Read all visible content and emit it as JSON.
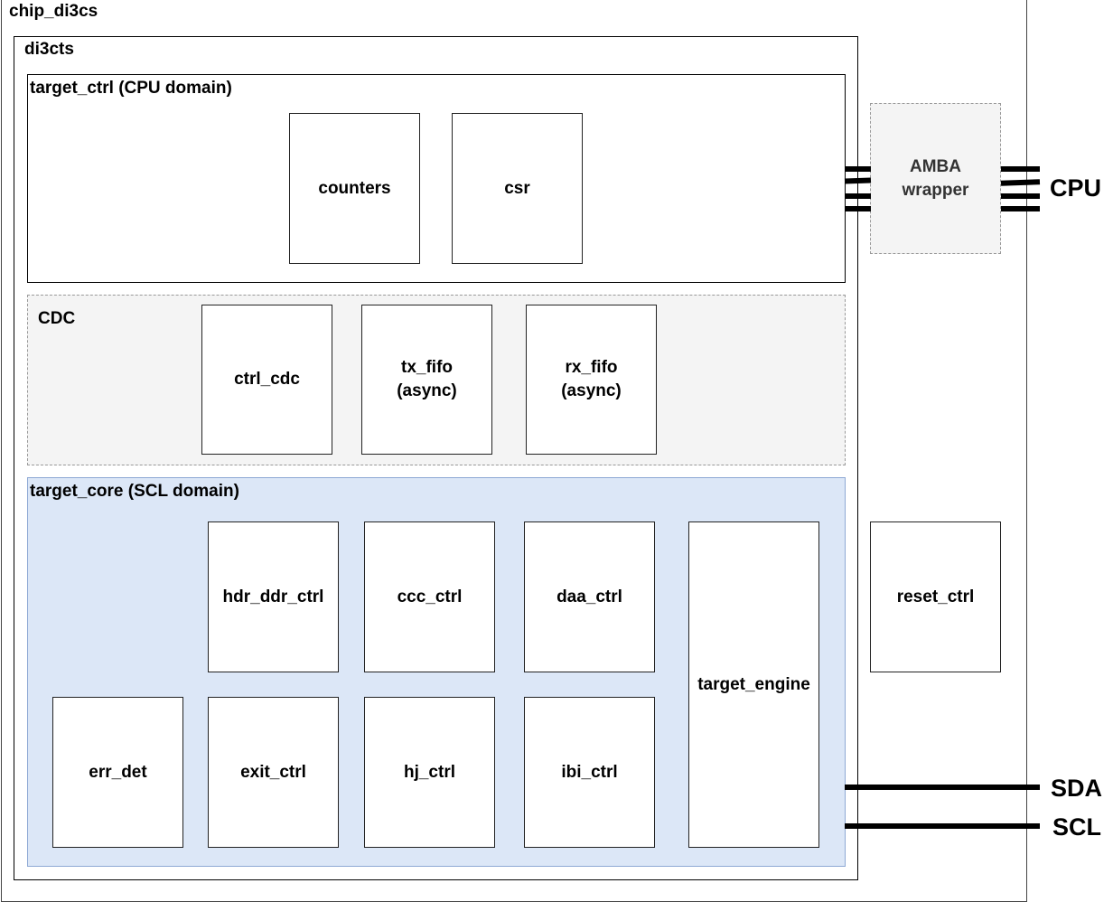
{
  "chip": {
    "title": "chip_di3cs"
  },
  "top": {
    "title": "di3cts"
  },
  "target_ctrl": {
    "title": "target_ctrl (CPU domain)",
    "blocks": [
      "counters",
      "csr"
    ]
  },
  "cdc": {
    "title": "CDC",
    "blocks": [
      {
        "line1": "ctrl_cdc",
        "line2": ""
      },
      {
        "line1": "tx_fifo",
        "line2": "(async)"
      },
      {
        "line1": "rx_fifo",
        "line2": "(async)"
      }
    ]
  },
  "target_core": {
    "title": "target_core (SCL domain)",
    "blocks": {
      "hdr_ddr_ctrl": "hdr_ddr_ctrl",
      "ccc_ctrl": "ccc_ctrl",
      "daa_ctrl": "daa_ctrl",
      "target_engine": "target_engine",
      "err_det": "err_det",
      "exit_ctrl": "exit_ctrl",
      "hj_ctrl": "hj_ctrl",
      "ibi_ctrl": "ibi_ctrl"
    }
  },
  "amba": {
    "line1": "AMBA",
    "line2": "wrapper"
  },
  "reset_ctrl": {
    "label": "reset_ctrl"
  },
  "pins": {
    "cpu": "CPU",
    "sda": "SDA",
    "scl": "SCL"
  },
  "colors": {
    "core_fill": "#dce7f7",
    "core_border": "#8ea9d4",
    "cdc_fill": "#f4f4f4",
    "amba_text": "#333333"
  }
}
